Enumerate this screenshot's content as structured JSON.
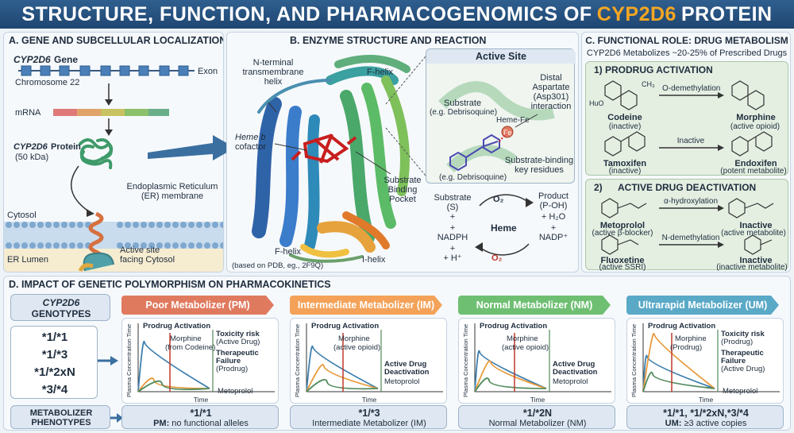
{
  "banner": {
    "pre": "STRUCTURE, FUNCTION, AND PHARMACOGENOMICS OF",
    "highlight": "CYP2D6",
    "post": "PROTEIN"
  },
  "panelA": {
    "title": "A. GENE AND SUBCELLULAR LOCALIZATION",
    "gene_name": "CYP2D6",
    "gene_word": "Gene",
    "exon": "Exon",
    "chromosome": "Chromosome 22",
    "mrna": "mRNA",
    "protein_name": "CYP2D6",
    "protein_word": "Protein",
    "protein_size": "(50 kDa)",
    "er1": "Endoplasmic Reticulum",
    "er2": "(ER) membrane",
    "cytosol": "Cytosol",
    "er_lumen": "ER Lumen",
    "active1": "Active site",
    "active2": "facing Cytosol"
  },
  "panelB": {
    "title": "B. ENZYME STRUCTURE AND REACTION",
    "nterm1": "N-terminal",
    "nterm2": "transmembrane",
    "nterm3": "helix",
    "heme1": "Heme b",
    "heme2": "cofactor",
    "fhelix_top": "F-helix",
    "fhelix_bottom": "F-helix",
    "ihelix": "I-helix",
    "pocket1": "Substrate",
    "pocket2": "Binding",
    "pocket3": "Pocket",
    "pdb": "(based on PDB, eg., 2F9Q)",
    "active_site": {
      "title": "Active Site",
      "substrate1": "Substrate",
      "substrate2": "(e.g. Debrisoquine)",
      "hemefe": "Heme-Fe",
      "fe": "Fe",
      "distal1": "Distal",
      "distal2": "Aspartate",
      "distal3": "(Asp301)",
      "distal4": "interaction",
      "eg": "(e.g. Debrisoquine)",
      "key1": "Substrate-binding",
      "key2": "key residues"
    },
    "reaction": {
      "sub1": "Substrate",
      "sub2": "(S)",
      "plus1": "+",
      "o2_top": "O₂",
      "plus2": "+",
      "nadph": "NADPH",
      "plus3": "+",
      "hplus": "+ H⁺",
      "heme": "Heme",
      "prod1": "Product",
      "prod2": "(P-OH)",
      "h2o": "+ H₂O",
      "plus4": "+",
      "nadp": "NADP⁺",
      "o2_bottom": "O₂"
    }
  },
  "panelC": {
    "title": "C. FUNCTIONAL ROLE: DRUG METABOLISM",
    "subtitle": "CYP2D6 Metabolizes ~20-25% of Prescribed Drugs",
    "s1": {
      "title": "1) PRODRUG ACTIVATION",
      "r1": {
        "from": "Codeine",
        "from_note": "(inactive)",
        "arrow": "O-demethylation",
        "to": "Morphine",
        "to_note": "(active opioid)",
        "ch3": "CH₃",
        "hubr": "HuO"
      },
      "r2": {
        "from": "Tamoxifen",
        "from_note": "(inactive)",
        "arrow": "Inactive",
        "to": "Endoxifen",
        "to_note": "(potent metabolite)"
      }
    },
    "s2": {
      "title": "ACTIVE DRUG DEACTIVATION",
      "num": "2)",
      "r1": {
        "from": "Metoprolol",
        "from_note": "(active β-blocker)",
        "arrow": "α-hydroxylation",
        "to": "Inactive",
        "to_note": "(active metabolite)"
      },
      "r2": {
        "from": "Fluoxetine",
        "from_note": "(active SSRI)",
        "arrow": "N-demethylation",
        "to": "Inactive",
        "to_note": "(inactive metabolite)"
      }
    }
  },
  "panelD": {
    "title": "D. IMPACT OF GENETIC POLYMORPHISM ON PHARMACOKINETICS",
    "genotypes_label1": "CYP2D6",
    "genotypes_label2": "GENOTYPES",
    "genotypes": [
      "*1/*1",
      "*1/*3",
      "*1/*2xN",
      "*3/*4"
    ],
    "phenotypes_label1": "METABOLIZER",
    "phenotypes_label2": "PHENOTYPES",
    "colors": {
      "pm": "#e07a5f",
      "im": "#f4a259",
      "nm": "#6fbf73",
      "um": "#5aa9c7",
      "morphine": "#e89a3c",
      "prodrug": "#3f7fae",
      "metoprolol": "#4f8a5b",
      "marker": "#c0392b"
    },
    "groups": [
      {
        "header": "Poor Metabolizer (PM)",
        "yaxis": "Plasma Concentration Time",
        "xaxis": "Time",
        "prodrug": "Prodrug Activation",
        "morphine1": "Morphine",
        "morphine2": "(from Codeine)",
        "right": [
          {
            "bold": "Toxicity risk",
            "note": "(Active Drug)"
          },
          {
            "bold": "Therapeutic",
            "bold2": "Failure",
            "note": "(Prodrug)"
          }
        ],
        "metoprolol": "Metoprolol",
        "foot_bold": "*1/*1",
        "foot_line_bold": "PM:",
        "foot_line": "no functional alleles"
      },
      {
        "header": "Intermediate Metabolizer (IM)",
        "yaxis": "Plasma Concentration Time",
        "xaxis": "Time",
        "prodrug": "Prodrug Activation",
        "morphine1": "Morphine",
        "morphine2": "(active opioid)",
        "right": [
          {
            "bold": "Active Drug",
            "bold2": "Deactivation",
            "note": "Metoprolol"
          }
        ],
        "metoprolol": "",
        "foot_bold": "*1/*3",
        "foot_line_bold": "",
        "foot_line": "Intermediate Metabolizer (IM)"
      },
      {
        "header": "Normal Metabolizer (NM)",
        "yaxis": "Plasma Concentration Time",
        "xaxis": "Time",
        "prodrug": "Prodrug Activation",
        "morphine1": "Morphine",
        "morphine2": "(active opioid)",
        "right": [
          {
            "bold": "Active Drug",
            "bold2": "Deactivation",
            "note": "Metoprolol"
          }
        ],
        "metoprolol": "",
        "foot_bold": "*1/*2N",
        "foot_line_bold": "",
        "foot_line": "Normal Metabolizer (NM)"
      },
      {
        "header": "Ultrarapid Metabolizer (UM)",
        "yaxis": "Plasma Concentration Time",
        "xaxis": "Time",
        "prodrug": "Prodrug Activation",
        "morphine1": "Morphine",
        "morphine2": "(Prodrug)",
        "right": [
          {
            "bold": "Toxicity risk",
            "note": "(Prodrug)"
          },
          {
            "bold": "Therapeutic",
            "bold2": "Failure",
            "note": "(Active Drug)"
          }
        ],
        "metoprolol": "Metoprolol",
        "foot_bold": "*1/*1, *1/*2xN,*3/*4",
        "foot_line_bold": "UM:",
        "foot_line": "≥3 active copies"
      }
    ]
  }
}
